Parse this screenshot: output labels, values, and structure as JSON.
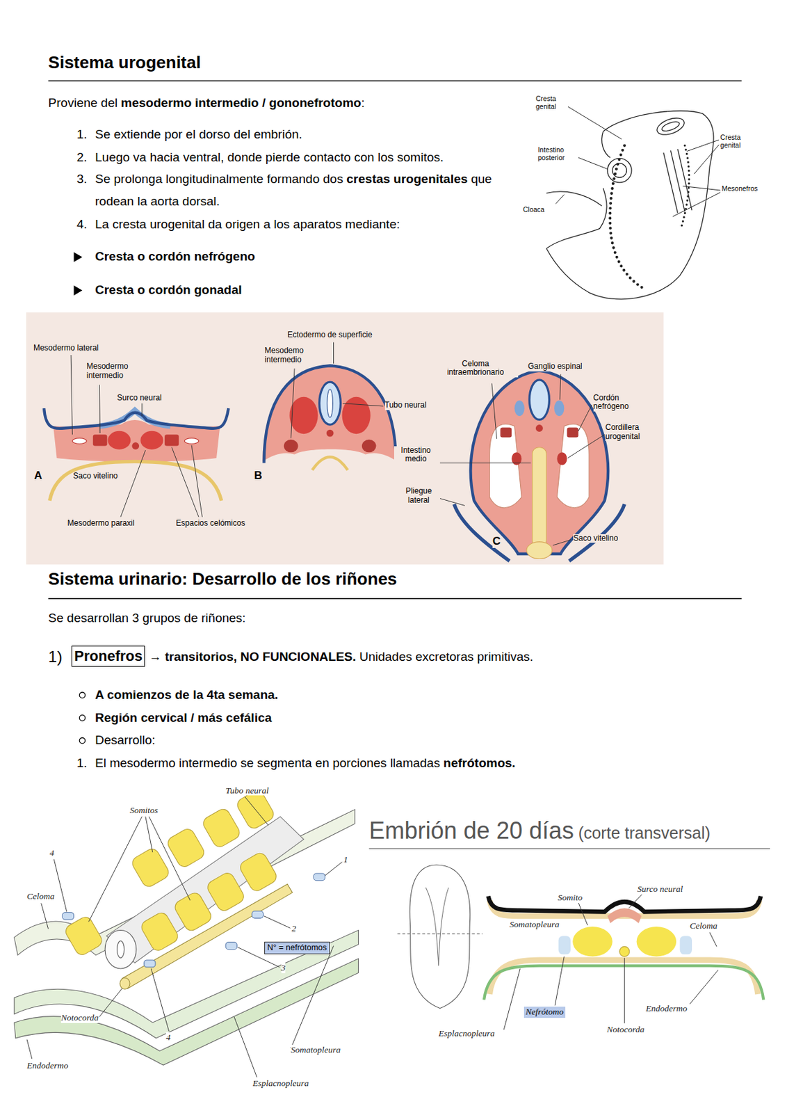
{
  "diagram": {
    "title": "Sistema urogenital",
    "nodes": [
      {
        "text": [
          "Pronefros"
        ]
      },
      {
        "text": [
          "N° = nefrótomos"
        ]
      },
      {
        "text": [
          "Nefrótomo"
        ]
      }
    ],
    "labels": [
      "Proviene del",
      "mesodermo intermedio / gononefrotomo",
      ":",
      "1.",
      "Se extiende por el dorso del embrión.",
      "2.",
      "Luego va hacia ventral, donde pierde contacto con los somitos.",
      "3.",
      "Se prolonga longitudinalmente formando dos",
      "crestas urogenitales",
      "que rodean la aorta dorsal.",
      "4.",
      "La cresta urogenital da origen a los aparatos mediante:",
      "Cresta o cordón nefrógeno",
      "Cresta o cordón gonadal",
      "Cresta genital",
      "Intestino posterior",
      "Cresta genital",
      "Mesonefros",
      "Cloaca",
      "Mesodermo lateral",
      "Mesodermo intermedio",
      "Surco neural",
      "Saco vitelino",
      "A",
      "Mesodermo paraxil",
      "Espacios celómicos",
      "Ectodermo de superficie",
      "Mesodemo intermedio",
      "Tubo neural",
      "B",
      "Celoma intraembrionario",
      "Ganglio espinal",
      "Cordón nefrógeno",
      "Cordillera urogenital",
      "Intestino medio",
      "Pliegue lateral",
      "Saco vitelino",
      "C",
      "Sistema urinario: Desarrollo de los riñones",
      "Se desarrollan 3 grupos de riñones:",
      "1)",
      "→ transitorios, NO FUNCIONALES.",
      "Unidades excretoras primitivas.",
      "A comienzos de la 4ta semana.",
      "Región cervical / más cefálica",
      "Desarrollo:",
      "1.",
      "El mesodermo intermedio se segmenta en porciones llamadas",
      "nefrótomos.",
      "Tubo neural",
      "Somitos",
      "4",
      "Celoma",
      "1",
      "2",
      "3",
      "Notocorda",
      "4",
      "Endodermo",
      "Somatopleura",
      "Esplacnopleura",
      "Embrión de 20 días",
      "(corte transversal)",
      "Somito",
      "Surco neural",
      "Somatopleura",
      "Celoma",
      "Endodermo",
      "Esplacnopleura",
      "Notocorda"
    ]
  }
}
